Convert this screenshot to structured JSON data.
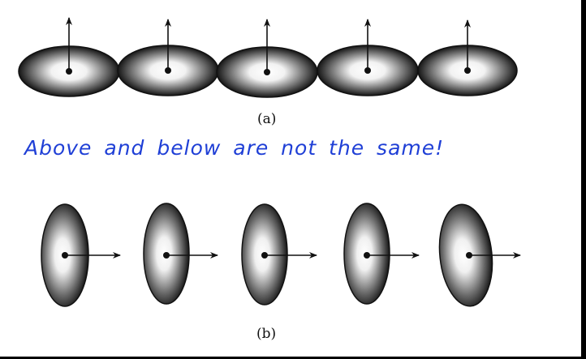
{
  "panel_a": {
    "caption": "(a)"
  },
  "panel_b": {
    "caption": "(b)"
  },
  "annotation": {
    "text": "Above and below are not the same!",
    "color": "#1f3fd6"
  },
  "colors": {
    "ellipse_dark": "#1a1a1a",
    "ellipse_light": "#ffffff",
    "arrow": "#111111"
  }
}
